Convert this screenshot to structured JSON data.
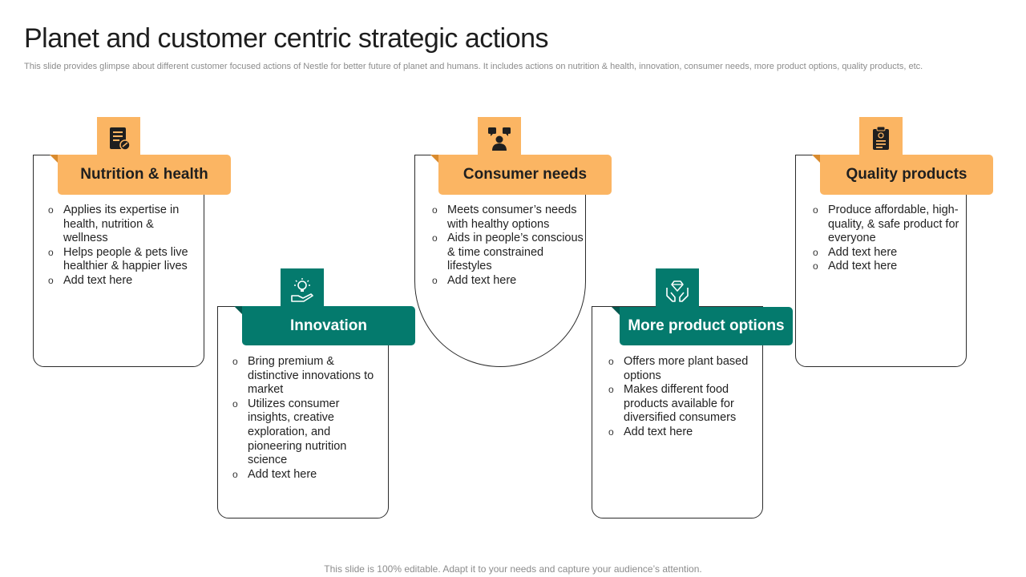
{
  "title": "Planet and customer centric strategic actions",
  "subtitle": "This slide provides glimpse about different customer focused actions of Nestle for better future of planet and humans. It includes actions on nutrition & health, innovation, consumer needs, more product options, quality products, etc.",
  "footer": "This slide is 100% editable. Adapt it to your needs and capture your audience’s attention.",
  "colors": {
    "orange": "#fbb563",
    "teal": "#047a6d"
  },
  "actions": [
    {
      "label": "Nutrition & health",
      "icon": "nutrition-list-icon",
      "bullets": [
        "Applies its expertise in health, nutrition & wellness",
        "Helps people & pets live healthier & happier lives",
        "Add text here"
      ]
    },
    {
      "label": "Innovation",
      "icon": "innovation-bulb-hand-icon",
      "bullets": [
        "Bring premium & distinctive innovations to market",
        "Utilizes consumer insights, creative exploration, and pioneering nutrition science",
        "Add text here"
      ]
    },
    {
      "label": "Consumer needs",
      "icon": "consumer-chat-icon",
      "bullets": [
        "Meets consumer’s needs with healthy options",
        "Aids in people’s conscious & time constrained lifestyles",
        "Add text here"
      ]
    },
    {
      "label": "More product options",
      "icon": "hands-diamond-icon",
      "bullets": [
        "Offers more plant based options",
        "Makes different food products available for diversified consumers",
        "Add text here"
      ]
    },
    {
      "label": "Quality products",
      "icon": "clipboard-quality-icon",
      "bullets": [
        "Produce affordable, high-quality, & safe product for everyone",
        "Add text here",
        "Add text here"
      ]
    }
  ]
}
